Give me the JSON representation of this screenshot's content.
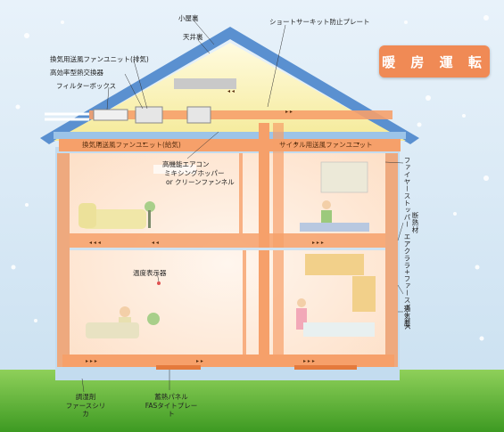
{
  "mode_badge": {
    "text": "暖 房 運 転",
    "color": "#f08a55"
  },
  "labels": {
    "attic": "小屋裏",
    "ceiling_space": "天井裏",
    "short_circuit_plate": "ショートサーキット防止プレート",
    "exhaust_fan_unit": "換気用送風ファンユニット(排気)",
    "heat_exchanger": "高効率型熱交換器",
    "filter_box": "フィルターボックス",
    "supply_fan_unit": "換気用送風ファンユニット(給気)",
    "cycle_fan_unit": "サイクル用送風ファンユニット",
    "aircon_1": "高機能エアコン",
    "aircon_2": "ミキシングホッパー",
    "aircon_3": "or クリーンファンネル",
    "temp_display": "温度表示器",
    "fire_stopper": "ファイヤーストッパー",
    "insulation_1": "断熱材",
    "insulation_2": "エアクララ+ファースボードK",
    "vent_layer": "通気層",
    "humidity_agent_1": "調湿剤",
    "humidity_agent_2": "ファースシリカ",
    "heat_panel_1": "蓄熱パネル",
    "heat_panel_2": "FASタイトプレート"
  },
  "colors": {
    "sky": "#d6e9f5",
    "roof": "#5a90d0",
    "attic_insulation": "#fbf3b0",
    "heated_air": "#f6a06a",
    "grass": "#5aaa2e",
    "wall": "#c3dcef"
  }
}
